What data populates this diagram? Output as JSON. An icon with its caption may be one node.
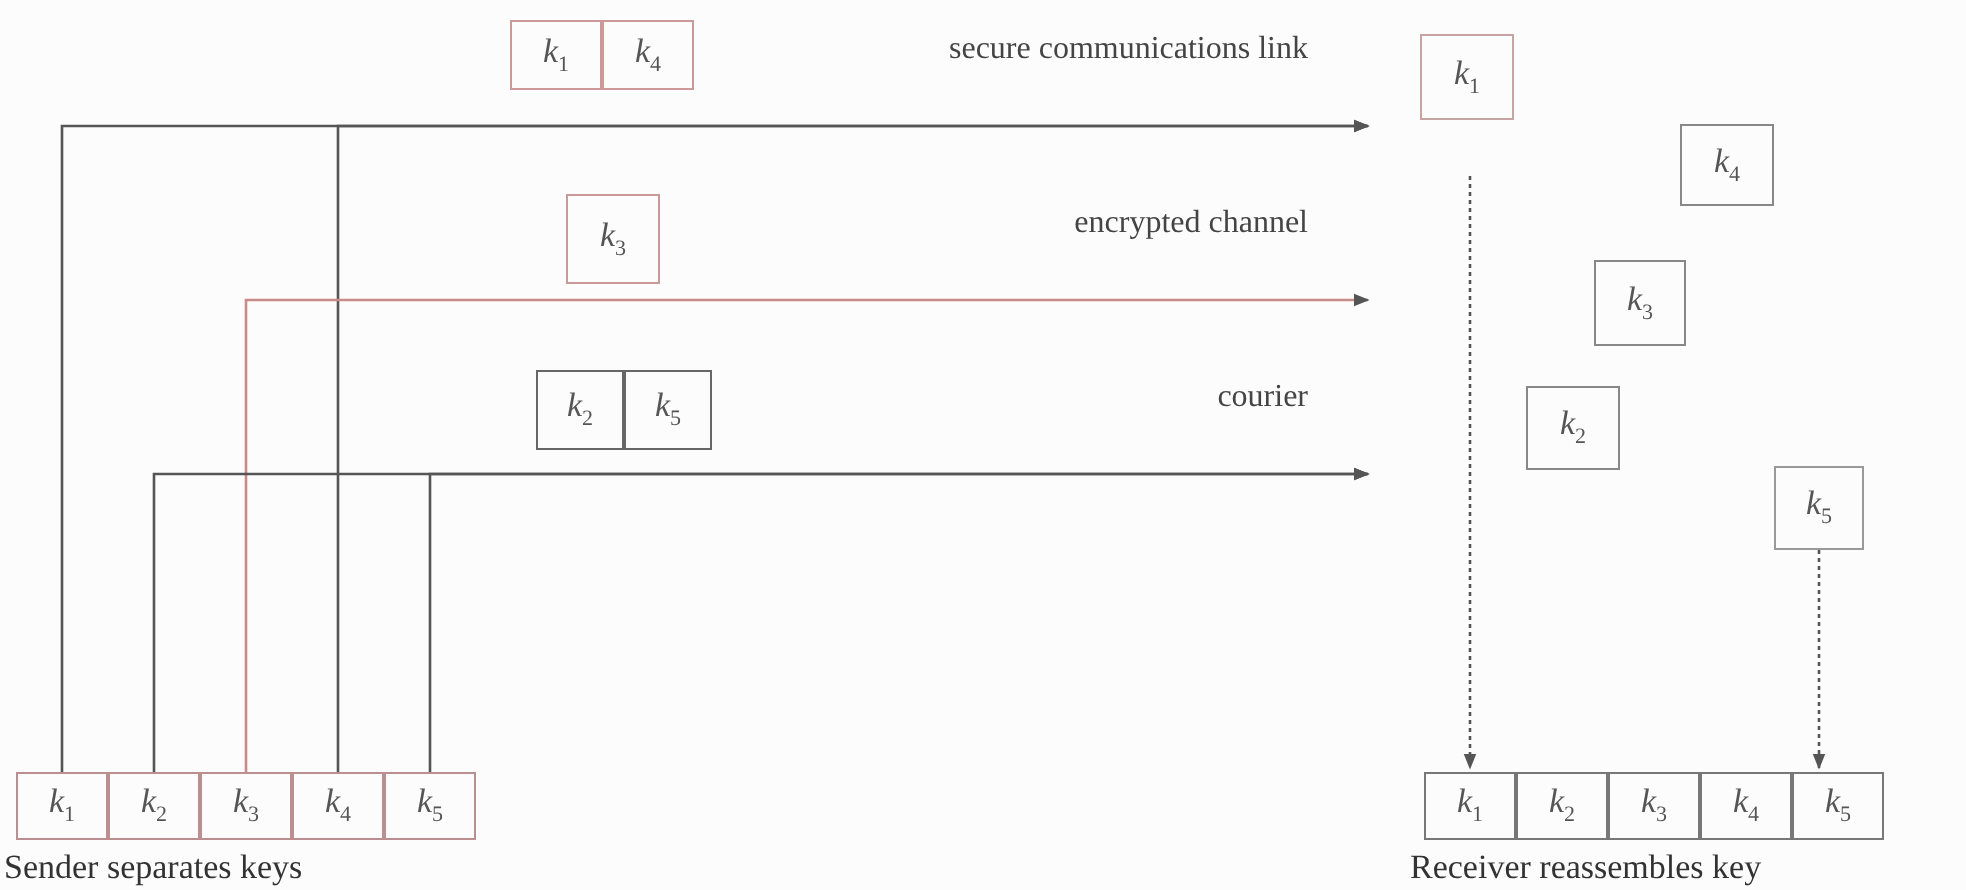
{
  "diagram": {
    "nodes": [
      {
        "text": [
          "*k*$_{1}$"
        ]
      },
      {
        "text": [
          "*k*$_{4}$"
        ]
      },
      {
        "text": [
          "*k*$_{1}$"
        ]
      },
      {
        "text": [
          "*k*$_{4}$"
        ]
      },
      {
        "text": [
          "*k*$_{3}$"
        ]
      },
      {
        "text": [
          "*k*$_{3}$"
        ]
      },
      {
        "text": [
          "*k*$_{2}$"
        ]
      },
      {
        "text": [
          "*k*$_{5}$"
        ]
      },
      {
        "text": [
          "*k*$_{2}$"
        ]
      },
      {
        "text": [
          "*k*$_{5}$"
        ]
      },
      {
        "text": [
          "*k*$_{1}$"
        ]
      },
      {
        "text": [
          "*k*$_{2}$"
        ]
      },
      {
        "text": [
          "*k*$_{3}$"
        ]
      },
      {
        "text": [
          "*k*$_{4}$"
        ]
      },
      {
        "text": [
          "*k*$_{5}$"
        ]
      },
      {
        "text": [
          "*k*$_{1}$"
        ]
      },
      {
        "text": [
          "*k*$_{2}$"
        ]
      },
      {
        "text": [
          "*k*$_{3}$"
        ]
      },
      {
        "text": [
          "*k*$_{4}$"
        ]
      },
      {
        "text": [
          "*k*$_{5}$"
        ]
      }
    ],
    "edges": [
      {
        "from": 10,
        "to": null,
        "arrow": "to",
        "label": "secure communications link"
      },
      {
        "from": 13,
        "to": null,
        "arrow": "to"
      },
      {
        "from": 12,
        "to": null,
        "arrow": "to",
        "label": "encrypted channel",
        "color": "#c98a8a"
      },
      {
        "from": 11,
        "to": null,
        "arrow": "to",
        "label": "courier"
      },
      {
        "from": 14,
        "to": null,
        "arrow": "to"
      },
      {
        "from": 2,
        "to": 15,
        "arrow": "to",
        "style": "dashed"
      },
      {
        "from": 9,
        "to": 19,
        "arrow": "to",
        "style": "dashed"
      }
    ],
    "labels": [
      "Sender separates keys",
      "Receiver reassembles key"
    ]
  }
}
